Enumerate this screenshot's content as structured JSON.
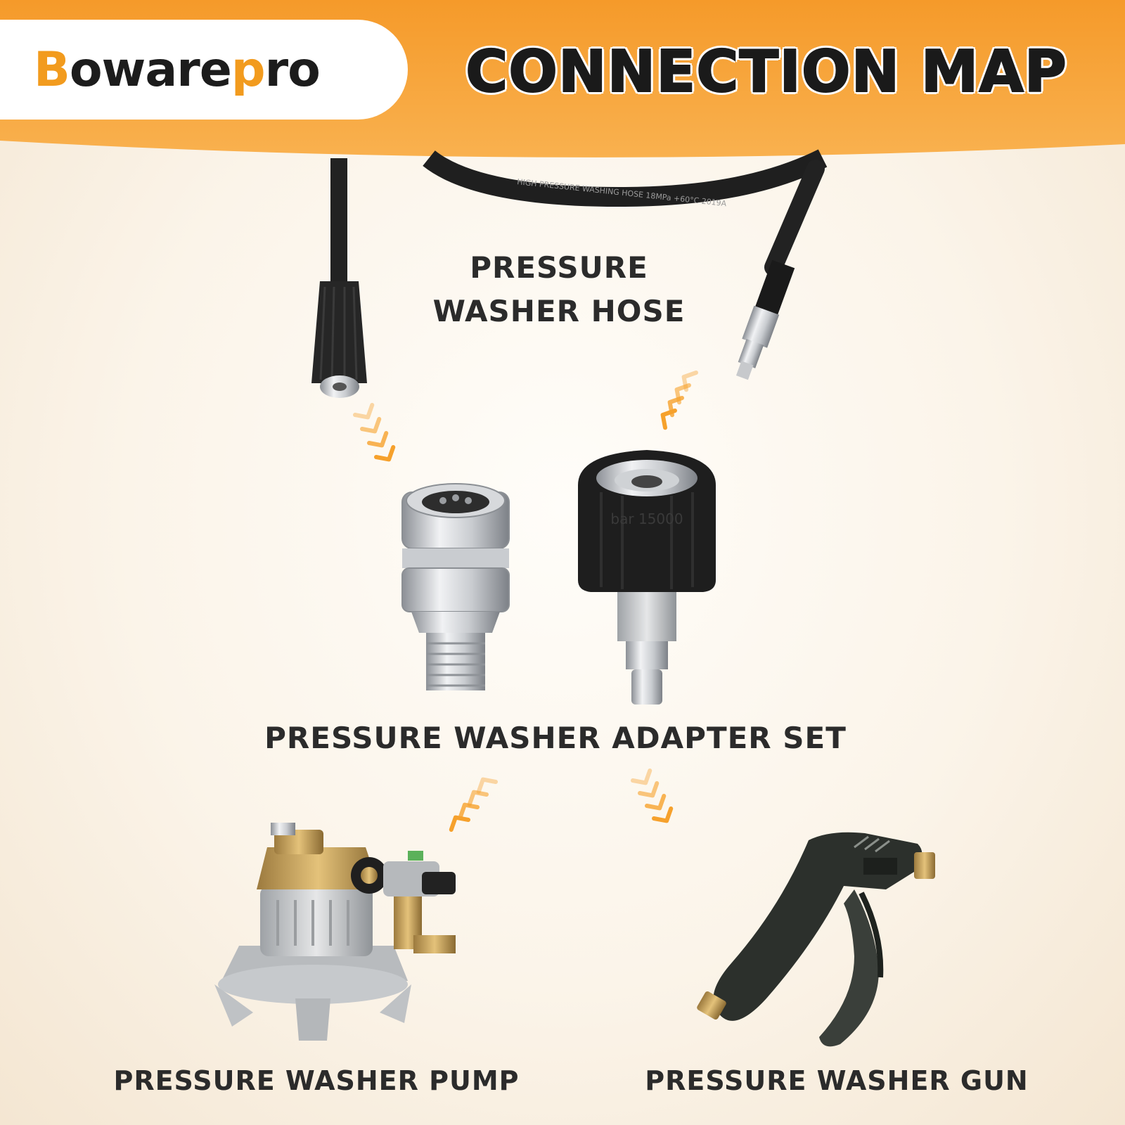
{
  "brand": {
    "logo_text": "Bowarepro",
    "accent_color": "#f29b1e"
  },
  "header": {
    "title": "CONNECTION MAP",
    "banner_color": "#f7a134"
  },
  "components": {
    "hose": {
      "label_line1": "PRESSURE",
      "label_line2": "WASHER HOSE",
      "icon": "pressure-washer-hose"
    },
    "adapter_set": {
      "label": "PRESSURE WASHER ADAPTER SET",
      "icon": "quick-connect-adapters"
    },
    "pump": {
      "label": "PRESSURE WASHER PUMP",
      "icon": "pressure-washer-pump"
    },
    "gun": {
      "label": "PRESSURE WASHER GUN",
      "icon": "spray-gun"
    }
  },
  "hose_print": "HIGH PRESSURE WASHING HOSE 18MPa +60°C 2019A",
  "fitting_print": "bar 15000",
  "connections": [
    {
      "from": "hose",
      "to": "adapter_set"
    },
    {
      "from": "adapter_set",
      "to": "pump"
    },
    {
      "from": "adapter_set",
      "to": "gun"
    }
  ]
}
